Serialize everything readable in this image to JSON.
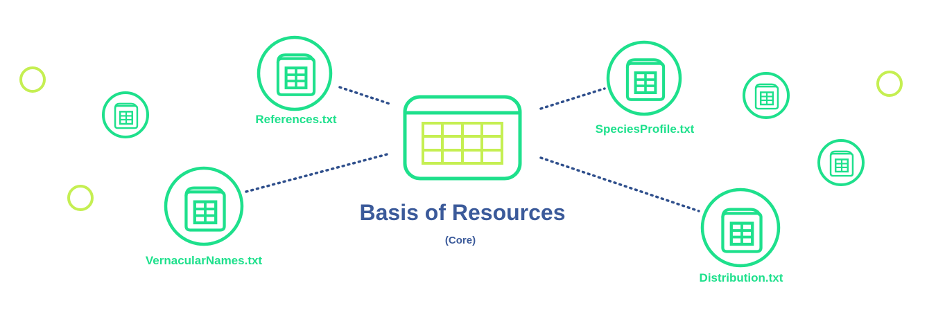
{
  "colors": {
    "accent": "#1ee08c",
    "lime": "#c5ef52",
    "connector": "#2f4f8c",
    "title": "#3b5a9a",
    "background": "#ffffff"
  },
  "core": {
    "title": "Basis of Resources",
    "subtitle": "(Core)",
    "icon": "table-grid-icon"
  },
  "extensions": [
    {
      "label": "References.txt",
      "icon": "file-table-icon"
    },
    {
      "label": "VernacularNames.txt",
      "icon": "file-table-icon"
    },
    {
      "label": "SpeciesProfile.txt",
      "icon": "file-table-icon"
    },
    {
      "label": "Distribution.txt",
      "icon": "file-table-icon"
    }
  ],
  "decorations": {
    "file_icon": "file-table-icon",
    "ring_icon": "ring-icon"
  }
}
